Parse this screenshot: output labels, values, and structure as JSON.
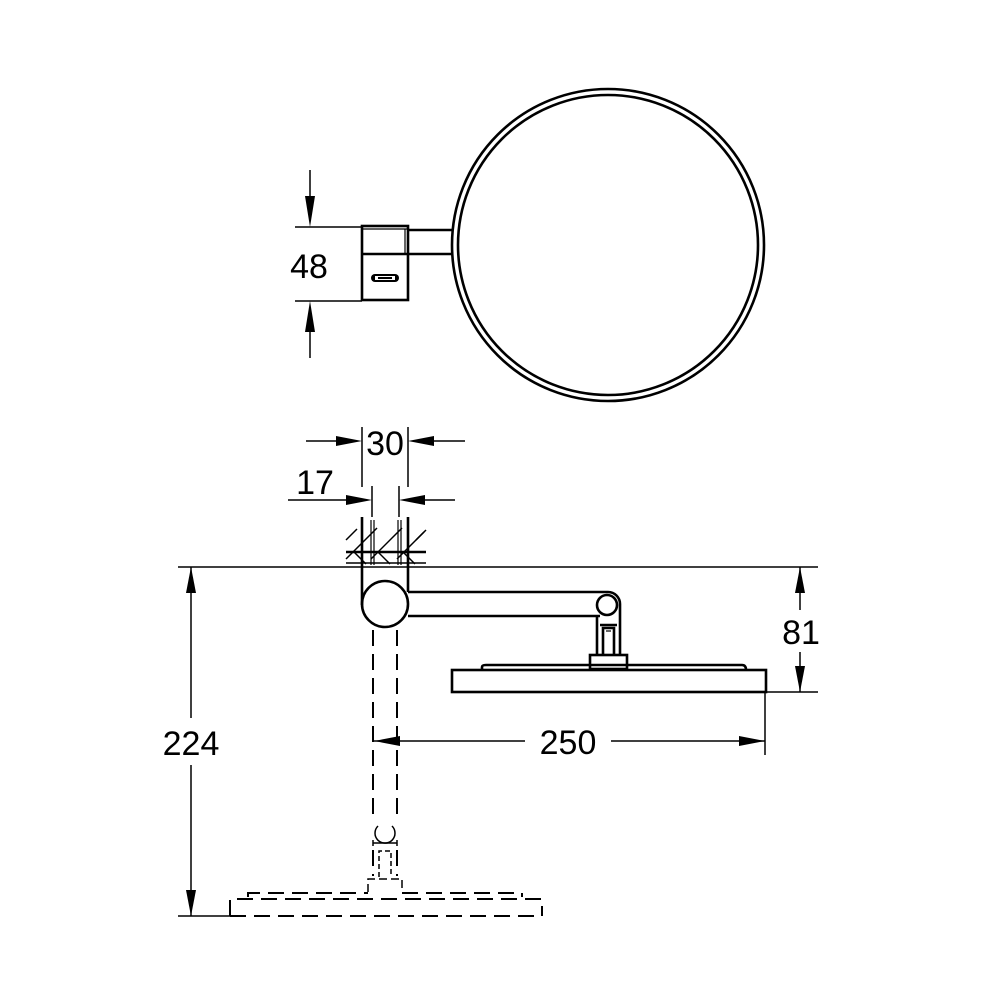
{
  "drawing": {
    "type": "technical-drawing",
    "subject": "wall-mounted cosmetic mirror with swivel arm",
    "views": [
      "top-view",
      "side-view"
    ],
    "line_color": "#000000",
    "background_color": "#ffffff"
  },
  "top_view": {
    "dimensions": {
      "mount_height": "48"
    }
  },
  "side_view": {
    "dimensions": {
      "mount_width": "30",
      "wall_offset": "17",
      "projection_depth": "81",
      "arm_reach": "250",
      "total_height": "224"
    }
  }
}
